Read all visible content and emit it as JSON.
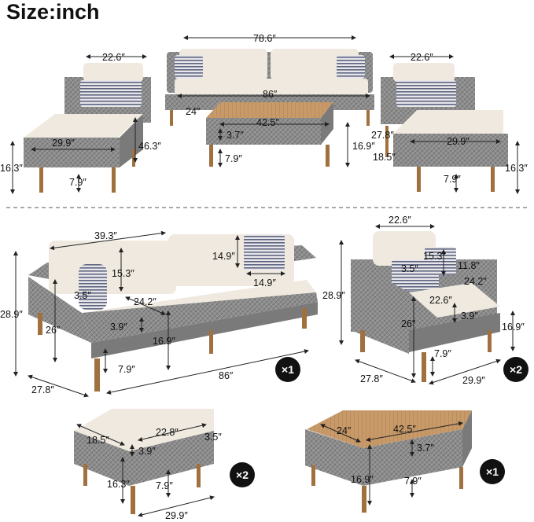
{
  "title": "Size:inch",
  "colors": {
    "wicker": "#8e8e8e",
    "wicker_dark": "#6d6d6d",
    "cushion": "#efe9df",
    "cushion_shade": "#d9d2c5",
    "wood": "#a0703f",
    "wood_top": "#c89a6a",
    "pillow_stripe": "#5b6480",
    "badge": "#111111"
  },
  "overview": {
    "chair_left": {
      "width": "22.6″",
      "seat": "29.9″",
      "depth": "46.3″",
      "height": "16.3″",
      "leg": "7.9″"
    },
    "sofa": {
      "width": "78.6″",
      "length": "86″"
    },
    "table": {
      "width": "24″",
      "length": "42.5″",
      "shelf": "3.7″",
      "height": "16.9″",
      "leg": "7.9″"
    },
    "chair_right": {
      "width": "22.6″",
      "depth": "27.8″",
      "seat": "29.9″",
      "ottoman": "18.5″",
      "height": "16.3″",
      "leg": "7.9″"
    }
  },
  "sofa_detail": {
    "back_width": "39.3″",
    "back_height": "15.3″",
    "pillow_h": "14.9″",
    "pillow_w": "14.9″",
    "arm": "3.5″",
    "seat_depth": "24.2″",
    "cushion": "3.9″",
    "overall_h": "28.9″",
    "arm_h": "26″",
    "seat_h": "16.9″",
    "leg": "7.9″",
    "length": "86″",
    "depth": "27.8″",
    "qty": "×1"
  },
  "chair_detail": {
    "width": "22.6″",
    "back_h": "15.3″",
    "pillow": "11.8″",
    "arm": "3.5″",
    "seat_depth": "24.2″",
    "seat_w": "22.6″",
    "cushion": "3.9″",
    "overall_h": "28.9″",
    "arm_h": "26″",
    "seat_h": "16.9″",
    "leg": "7.9″",
    "depth": "27.8″",
    "length": "29.9″",
    "qty": "×2"
  },
  "ottoman_detail": {
    "depth": "18.5″",
    "width": "22.8″",
    "arm": "3.5″",
    "cushion": "3.9″",
    "height": "16.3″",
    "leg": "7.9″",
    "length": "29.9″",
    "qty": "×2"
  },
  "table_detail": {
    "width": "24″",
    "length": "42.5″",
    "shelf": "3.7″",
    "height": "16.9″",
    "leg": "7.9″",
    "qty": "×1"
  }
}
